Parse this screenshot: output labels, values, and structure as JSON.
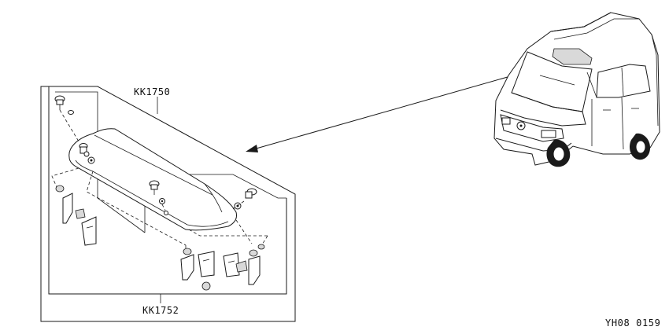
{
  "labels": {
    "assembly_number": "KK1750",
    "kit_number": "KK1752",
    "figure_code": "YH08 0159"
  },
  "colors": {
    "line": "#1a1a1a",
    "background": "#ffffff",
    "shade": "#d9d9d9"
  }
}
